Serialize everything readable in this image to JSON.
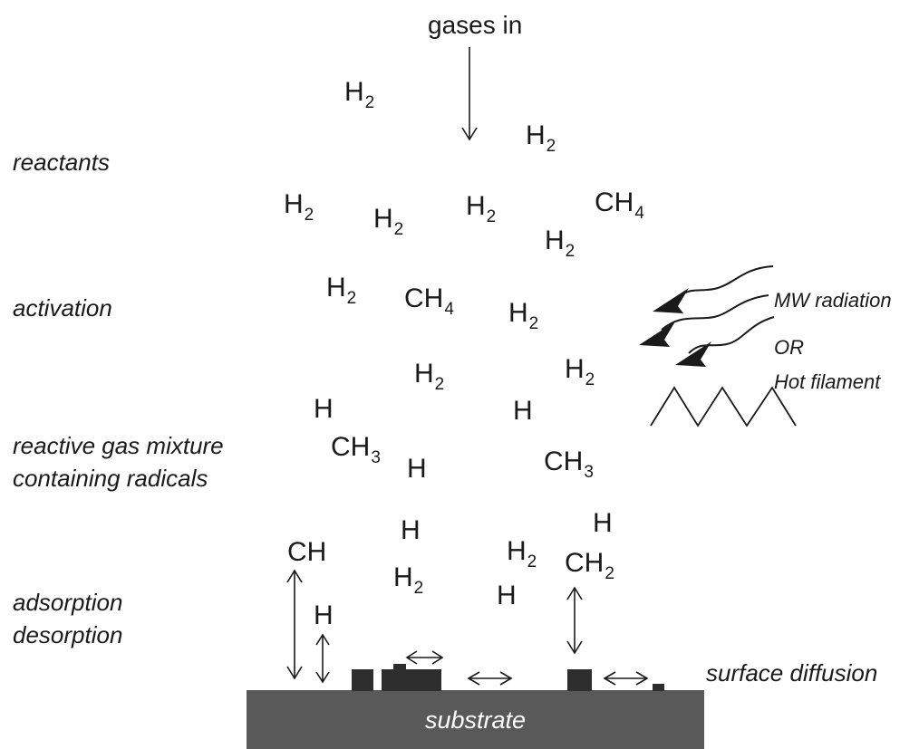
{
  "top_label": "gases in",
  "stage_labels": {
    "reactants": "reactants",
    "activation": "activation",
    "mixture_line1": "reactive gas mixture",
    "mixture_line2": "containing radicals",
    "adsorption": "adsorption",
    "desorption": "desorption",
    "surface_diffusion": "surface diffusion"
  },
  "energy_source": {
    "mw": "MW radiation",
    "or": "OR",
    "filament": "Hot filament"
  },
  "substrate_label": "substrate",
  "molecules": [
    {
      "sym": "H",
      "sub": "2"
    },
    {
      "sym": "H",
      "sub": "2"
    },
    {
      "sym": "H",
      "sub": "2"
    },
    {
      "sym": "H",
      "sub": "2"
    },
    {
      "sym": "H",
      "sub": "2"
    },
    {
      "sym": "CH",
      "sub": "4"
    },
    {
      "sym": "H",
      "sub": "2"
    },
    {
      "sym": "H",
      "sub": "2"
    },
    {
      "sym": "CH",
      "sub": "4"
    },
    {
      "sym": "H",
      "sub": "2"
    },
    {
      "sym": "H",
      "sub": "2"
    },
    {
      "sym": "H",
      "sub": "2"
    },
    {
      "sym": "H",
      "sub": ""
    },
    {
      "sym": "H",
      "sub": ""
    },
    {
      "sym": "CH",
      "sub": "3"
    },
    {
      "sym": "H",
      "sub": ""
    },
    {
      "sym": "CH",
      "sub": "3"
    },
    {
      "sym": "H",
      "sub": ""
    },
    {
      "sym": "H",
      "sub": ""
    },
    {
      "sym": "CH",
      "sub": ""
    },
    {
      "sym": "H",
      "sub": "2"
    },
    {
      "sym": "CH",
      "sub": "2"
    },
    {
      "sym": "H",
      "sub": "2"
    },
    {
      "sym": "H",
      "sub": ""
    },
    {
      "sym": "H",
      "sub": ""
    }
  ]
}
